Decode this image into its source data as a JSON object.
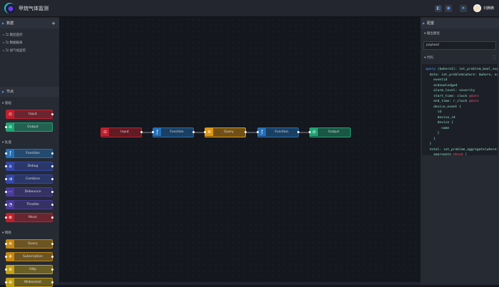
{
  "header": {
    "title": "甲烷气体监测",
    "user": "刘腾腾",
    "icons": [
      "layout-icon",
      "save-icon",
      "send-icon"
    ]
  },
  "data_panel": {
    "title": "数据",
    "add_label": "+",
    "tree": [
      "集团监控",
      "数据报表",
      "加气站监控"
    ]
  },
  "nodes_panel": {
    "title": "节点",
    "groups": [
      {
        "label": "基础",
        "items": [
          {
            "label": "Input",
            "color": "#c0202c",
            "icon": "⊙"
          },
          {
            "label": "Output",
            "color": "#1fa574",
            "icon": "⊘"
          }
        ]
      },
      {
        "label": "处理",
        "items": [
          {
            "label": "Function",
            "color": "#2470b8",
            "icon": "ƒ"
          },
          {
            "label": "Debug",
            "color": "#3346a8",
            "icon": "⌂"
          },
          {
            "label": "Combine",
            "color": "#3346a8",
            "icon": "⇉"
          },
          {
            "label": "Debounce",
            "color": "#4a3a9c",
            "icon": "⋯"
          },
          {
            "label": "Throttle",
            "color": "#4a3a9c",
            "icon": "◔"
          },
          {
            "label": "Mock",
            "color": "#c0202c",
            "icon": "⊗"
          }
        ]
      },
      {
        "label": "网络",
        "items": [
          {
            "label": "Query",
            "color": "#c4870f",
            "icon": "✲"
          },
          {
            "label": "Subscription",
            "color": "#c4870f",
            "icon": "✲"
          },
          {
            "label": "Http",
            "color": "#c4a012",
            "icon": "⊕"
          },
          {
            "label": "Websocket",
            "color": "#c4a012",
            "icon": "⊕"
          }
        ]
      }
    ]
  },
  "flow": {
    "nodes": [
      {
        "label": "Input",
        "color": "#c0202c",
        "icon": "⊙"
      },
      {
        "label": "Function",
        "color": "#2470b8",
        "icon": "ƒ"
      },
      {
        "label": "Query",
        "color": "#e0960f",
        "icon": "✲"
      },
      {
        "label": "Function",
        "color": "#2470b8",
        "icon": "ƒ"
      },
      {
        "label": "Output",
        "color": "#1fa574",
        "icon": "⊘"
      }
    ]
  },
  "config_panel": {
    "title": "配置",
    "output_path_label": "输出路径",
    "output_path_value": "payload",
    "code_label": "代码",
    "code": [
      "query ($where2): iot_problem_bool_exp,",
      "  data: iot_problem(where: $where, or",
      "    eventid",
      "    acknowledged",
      "    alarm_level: severity",
      "    start_time: clock @date",
      "    end_time: r_clock @date",
      "    device_event {",
      "      id",
      "      device_id",
      "      device {",
      "        name",
      "      }",
      "    }",
      "  }",
      "  total: iot_problem_aggregate(where:",
      "    aggregate @head {"
    ]
  }
}
